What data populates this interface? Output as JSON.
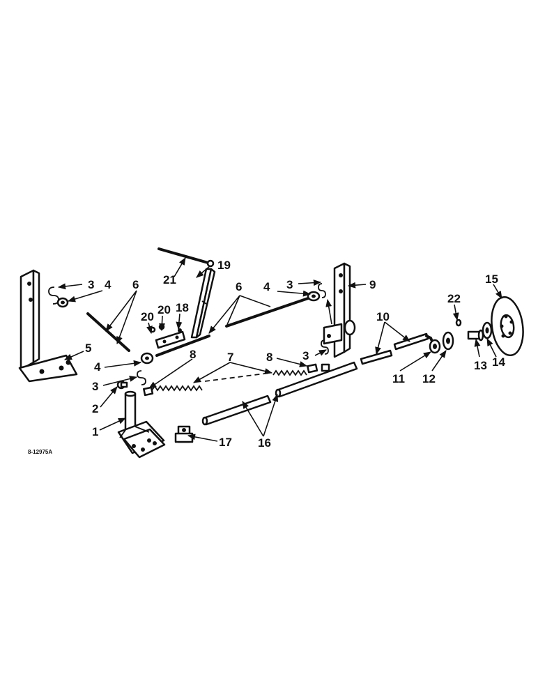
{
  "figure_ref": "8-12975A",
  "callouts": {
    "c1": "1",
    "c2": "2",
    "c3a": "3",
    "c3b": "3",
    "c3c": "3",
    "c3d": "3",
    "c4a": "4",
    "c4b": "4",
    "c4c": "4",
    "c5": "5",
    "c6a": "6",
    "c6b": "6",
    "c7": "7",
    "c8a": "8",
    "c8b": "8",
    "c9": "9",
    "c10": "10",
    "c11": "11",
    "c12": "12",
    "c13": "13",
    "c14": "14",
    "c15": "15",
    "c16": "16",
    "c17": "17",
    "c18": "18",
    "c19": "19",
    "c20a": "20",
    "c20b": "20",
    "c21": "21",
    "c22": "22"
  }
}
